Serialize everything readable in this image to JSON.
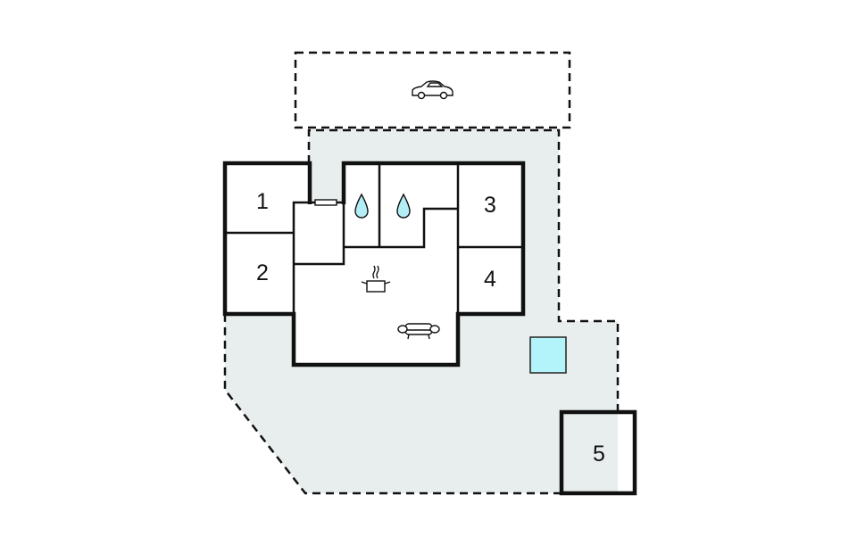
{
  "floorplan": {
    "rooms": [
      {
        "label": "1"
      },
      {
        "label": "2"
      },
      {
        "label": "3"
      },
      {
        "label": "4"
      },
      {
        "label": "5"
      }
    ],
    "icons": [
      "car-icon",
      "water-drop-icon",
      "water-drop-icon",
      "cooking-pot-icon",
      "sofa-icon",
      "pool-icon",
      "window-icon"
    ],
    "colors": {
      "outdoor_area": "#e8eded",
      "interior": "#ffffff",
      "walls": "#111111",
      "water": "#b3eef7"
    }
  }
}
